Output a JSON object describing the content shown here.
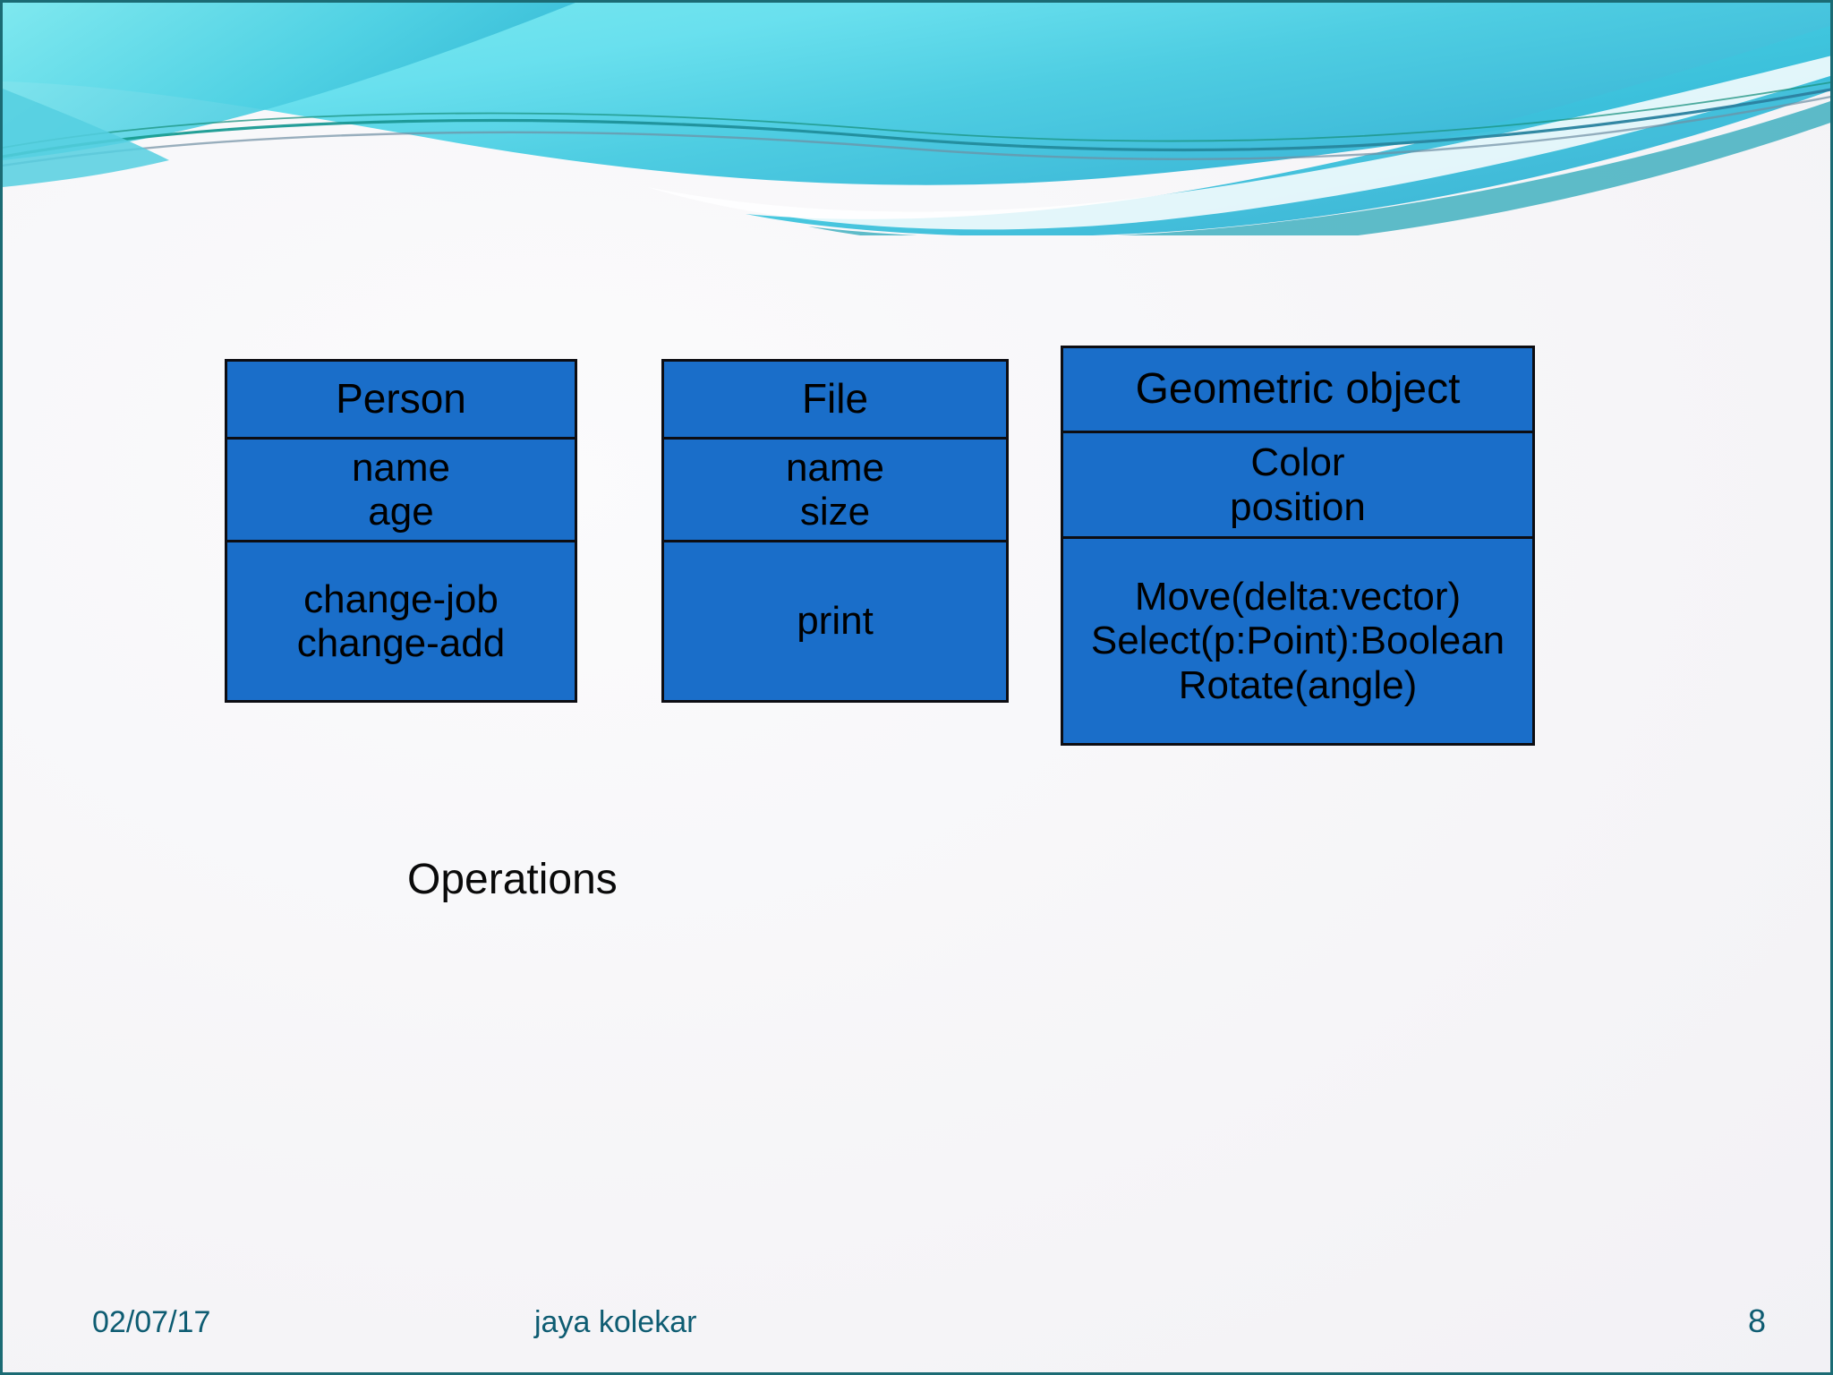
{
  "slide": {
    "background_color": "#f8f7f9",
    "accent_color": "#1a6ec9",
    "header_wave_colors": {
      "cyan_light": "#7ceaf0",
      "cyan_mid": "#4fd3e4",
      "blue_mid": "#3bbcd9",
      "teal_line": "#1b6b74",
      "teal_deep": "#0f8f9e"
    },
    "footer_color": "#0e5c72"
  },
  "classes": [
    {
      "id": "person",
      "name": "Person",
      "attributes": [
        "name",
        "age"
      ],
      "operations": [
        "change-job",
        "change-add"
      ]
    },
    {
      "id": "file",
      "name": "File",
      "attributes": [
        "name",
        "size"
      ],
      "operations": [
        "print"
      ]
    },
    {
      "id": "geometric",
      "name": "Geometric object",
      "attributes": [
        "Color",
        "position"
      ],
      "operations": [
        "Move(delta:vector)",
        "Select(p:Point):Boolean",
        "Rotate(angle)"
      ]
    }
  ],
  "caption": {
    "operations_label": "Operations"
  },
  "footer": {
    "date": "02/07/17",
    "author": "jaya kolekar",
    "page_number": "8"
  }
}
